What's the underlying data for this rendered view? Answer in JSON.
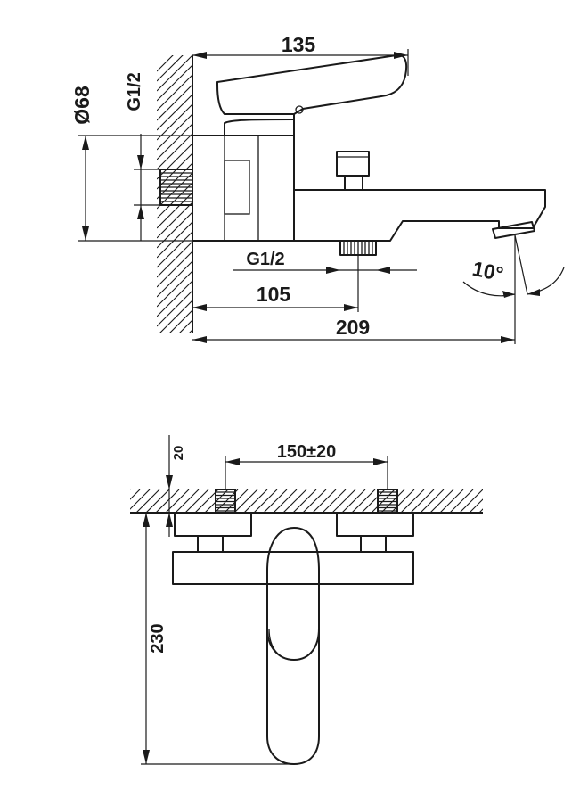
{
  "side_view": {
    "dim_overall_depth": "135",
    "dim_flange_diameter": "Ø68",
    "dim_inlet_thread": "G1/2",
    "dim_outlet_thread": "G1/2",
    "dim_outlet_offset": "105",
    "dim_overall_length": "209",
    "dim_spout_angle": "10°"
  },
  "front_view": {
    "dim_wall_offset": "20",
    "dim_centres": "150±20",
    "dim_height": "230"
  }
}
